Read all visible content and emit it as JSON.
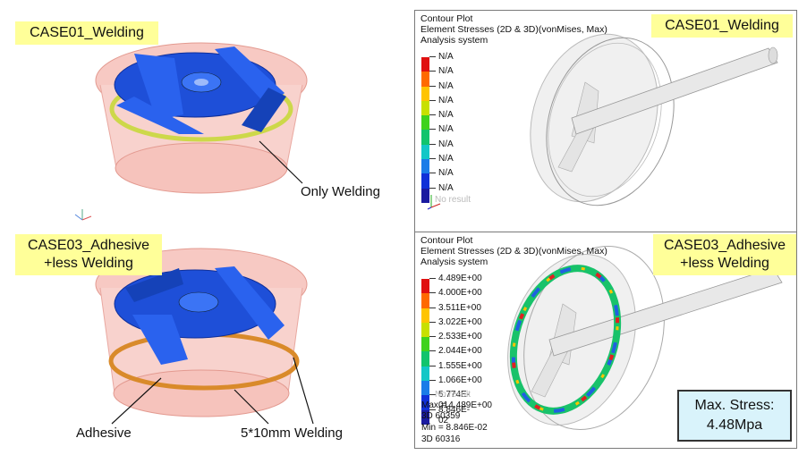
{
  "left": {
    "case1_tag": "CASE01_Welding",
    "case3_tag_line1": "CASE03_Adhesive",
    "case3_tag_line2": "+less Welding",
    "only_welding": "Only Welding",
    "adhesive": "Adhesive",
    "welding_spec": "5*10mm Welding"
  },
  "panel1": {
    "tag": "CASE01_Welding",
    "title_line1": "Contour Plot",
    "title_line2": "Element Stresses (2D & 3D)(vonMises, Max)",
    "title_line3": "Analysis system",
    "legend": [
      "N/A",
      "N/A",
      "N/A",
      "N/A",
      "N/A",
      "N/A",
      "N/A",
      "N/A",
      "N/A",
      "N/A"
    ],
    "legend_colors": [
      "#e01010",
      "#ff6a00",
      "#ffc400",
      "#c8e000",
      "#3fd21d",
      "#11c46d",
      "#13c7c7",
      "#1a7ce8",
      "#1030d8",
      "#1a1aa0"
    ],
    "no_result": "No result"
  },
  "panel2": {
    "tag_line1": "CASE03_Adhesive",
    "tag_line2": "+less Welding",
    "title_line1": "Contour Plot",
    "title_line2": "Element Stresses (2D & 3D)(vonMises, Max)",
    "title_line3": "Analysis system",
    "legend": [
      "4.489E+00",
      "4.000E+00",
      "3.511E+00",
      "3.022E+00",
      "2.533E+00",
      "2.044E+00",
      "1.555E+00",
      "1.066E+00",
      "5.774E-01",
      "8.846E-02"
    ],
    "legend_colors": [
      "#e01010",
      "#ff6a00",
      "#ffc400",
      "#c8e000",
      "#3fd21d",
      "#11c46d",
      "#13c7c7",
      "#1a7ce8",
      "#1030d8",
      "#1a1aa0"
    ],
    "no_result": "No result",
    "max_line": "Max = 4.489E+00",
    "max_id": "3D 60359",
    "min_line": "Min = 8.846E-02",
    "min_id": "3D 60316"
  },
  "stress_box": {
    "line1": "Max. Stress:",
    "line2": "4.48Mpa"
  }
}
